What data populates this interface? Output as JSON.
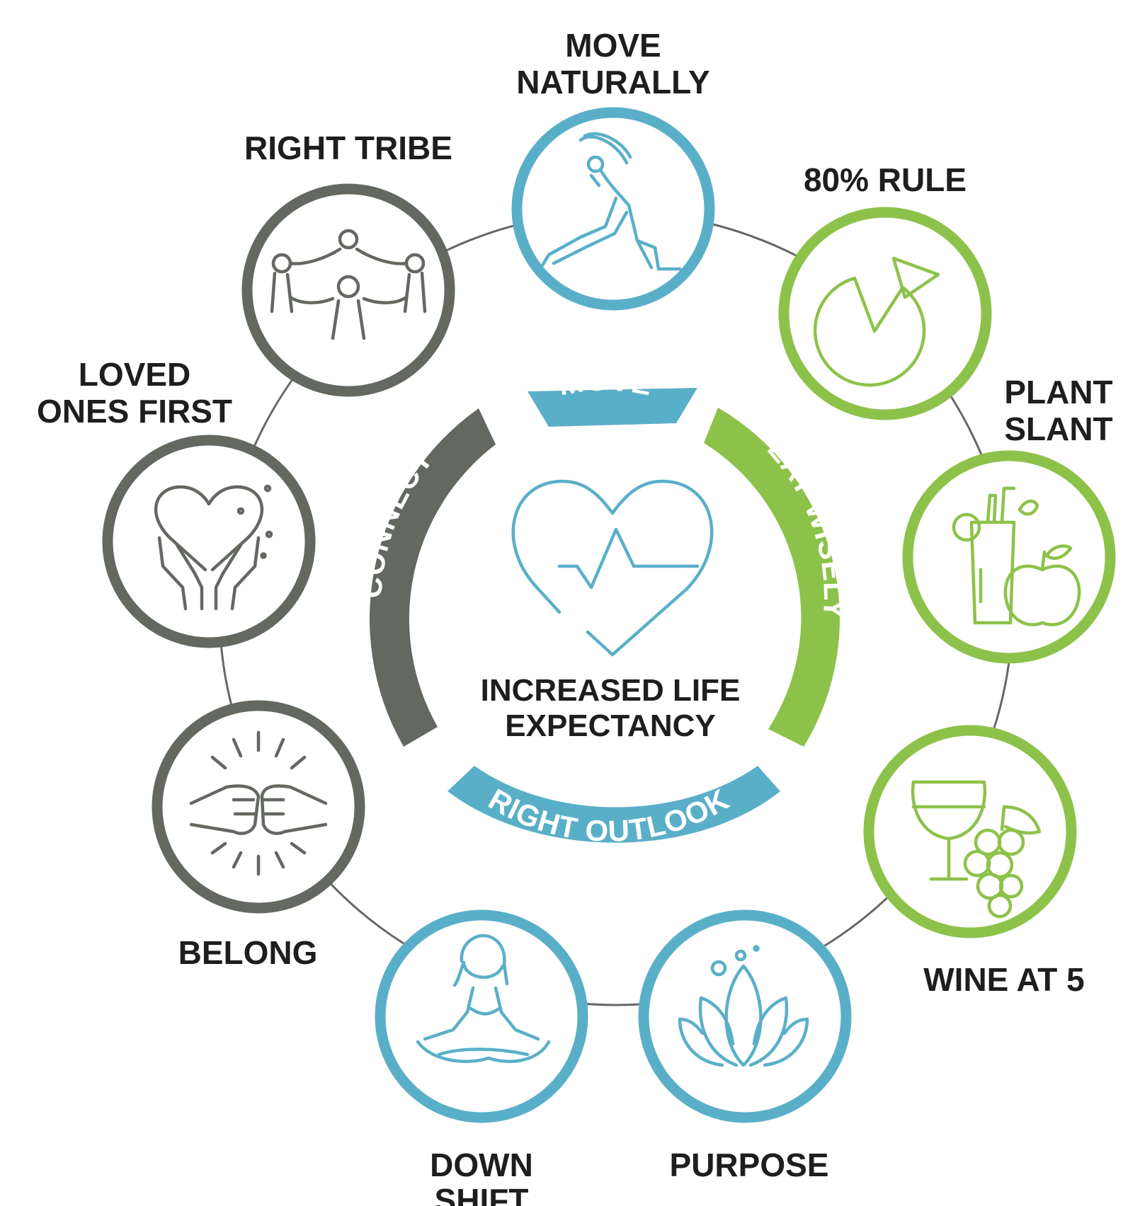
{
  "colors": {
    "blue": "#5aafc8",
    "green": "#8dc24a",
    "gray": "#636861",
    "ring": "#666666"
  },
  "center": {
    "line1": "INCREASED LIFE",
    "line2": "EXPECTANCY",
    "icon": "heartbeat-icon"
  },
  "bands": {
    "move": "MOVE",
    "eat_wisely": "EAT WISELY",
    "right_outlook": "RIGHT OUTLOOK",
    "connect": "CONNECT"
  },
  "nodes": {
    "move_naturally": {
      "line1": "MOVE",
      "line2": "NATURALLY",
      "icon": "yoga-pose-icon"
    },
    "rule_80": {
      "line1": "80% RULE",
      "icon": "pie-slice-icon"
    },
    "plant_slant": {
      "line1": "PLANT",
      "line2": "SLANT",
      "icon": "juice-apple-icon"
    },
    "wine_at_5": {
      "line1": "WINE AT 5",
      "icon": "wine-grapes-icon"
    },
    "purpose": {
      "line1": "PURPOSE",
      "icon": "lotus-icon"
    },
    "down_shift": {
      "line1": "DOWN",
      "line2": "SHIFT",
      "icon": "meditation-icon"
    },
    "belong": {
      "line1": "BELONG",
      "icon": "fist-bump-icon"
    },
    "loved_ones_first": {
      "line1": "LOVED",
      "line2": "ONES FIRST",
      "icon": "heart-hands-icon"
    },
    "right_tribe": {
      "line1": "RIGHT TRIBE",
      "icon": "group-circle-icon"
    }
  }
}
